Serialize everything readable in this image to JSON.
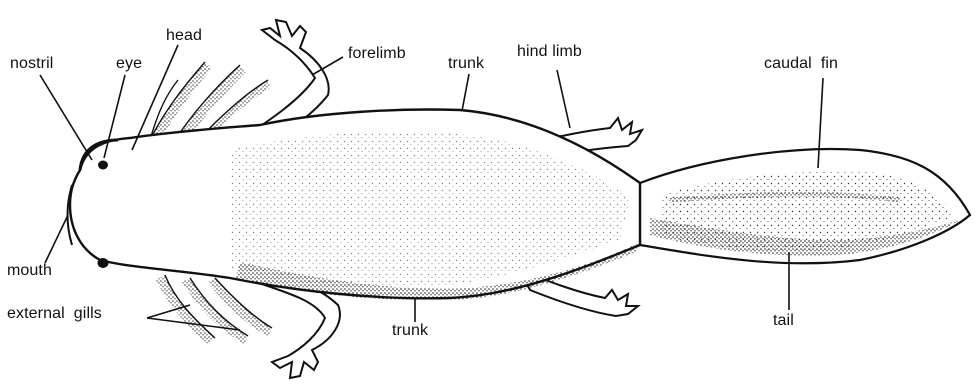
{
  "figure": {
    "subject": "axolotl",
    "ink_color": "#111111",
    "background_color": "#ffffff"
  },
  "labels": {
    "nostril": "nostril",
    "eye": "eye",
    "head": "head",
    "forelimb": "forelimb",
    "trunk_top": "trunk",
    "hind_limb": "hind limb",
    "caudal_fin": "caudal  fin",
    "mouth": "mouth",
    "external_gills": "external  gills",
    "trunk_bottom": "trunk",
    "tail": "tail"
  }
}
